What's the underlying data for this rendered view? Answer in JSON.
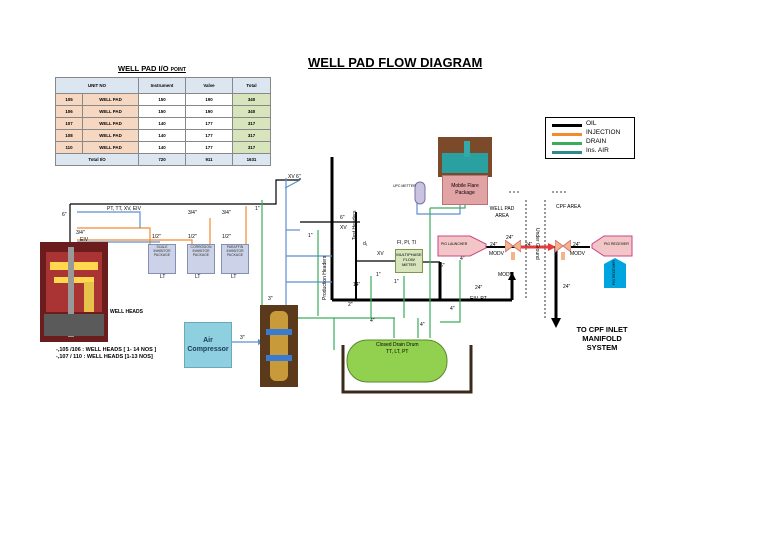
{
  "title": "WELL PAD FLOW DIAGRAM",
  "io_table": {
    "title": "WELL PAD I/O",
    "title_suffix": "POINT",
    "headers": [
      "UNIT NO",
      "Instrument",
      "Valve",
      "Total"
    ],
    "rows": [
      {
        "unit": "105",
        "name": "WELL PAD",
        "instrument": "150",
        "valve": "190",
        "total": "340"
      },
      {
        "unit": "106",
        "name": "WELL PAD",
        "instrument": "150",
        "valve": "190",
        "total": "340"
      },
      {
        "unit": "107",
        "name": "WELL PAD",
        "instrument": "140",
        "valve": "177",
        "total": "317"
      },
      {
        "unit": "108",
        "name": "WELL PAD",
        "instrument": "140",
        "valve": "177",
        "total": "317"
      },
      {
        "unit": "110",
        "name": "WELL PAD",
        "instrument": "140",
        "valve": "177",
        "total": "317"
      }
    ],
    "total": {
      "label": "Total I/O",
      "instrument": "720",
      "valve": "911",
      "total": "1631"
    }
  },
  "legend": {
    "items": [
      {
        "label": "OIL",
        "color": "#000000"
      },
      {
        "label": "INJECTION",
        "color": "#f28a30"
      },
      {
        "label": "DRAIN",
        "color": "#3aad5a"
      },
      {
        "label": "Ins. AIR",
        "color": "#2e8a8a"
      }
    ]
  },
  "colors": {
    "oil": "#000000",
    "injection": "#f28a30",
    "drain": "#3aad5a",
    "air": "#5b8fd0",
    "drum_fill": "#92d050"
  },
  "labels": {
    "well_heads": "WELL HEADS",
    "wells_note_1": "-,105 /106 : WELL HEADS [ 1- 14 NOS ]",
    "wells_note_2": "-,107 / 110 : WELL HEADS [1-13 NOS]",
    "pt_tt": "PT, TT, XV, EIV",
    "sz_6_left": "6\"",
    "sz_34_a": "3/4\"",
    "eiv": "EIV",
    "sz_12_a": "1/2\"",
    "sz_12_b": "1/2\"",
    "sz_12_c": "1/2\"",
    "sz_34_b": "3/4\"",
    "sz_34_c": "3/4\"",
    "sz_1_a": "1\"",
    "xv_6": "XV 6\"",
    "sz_6_b": "6\"",
    "xv_a": "XV",
    "sz_1_b": "1\"",
    "lt_a": "LT",
    "lt_b": "LT",
    "lt_c": "LT",
    "box_a": "SCALE INHIBITOR PACKAGE",
    "box_b": "CORROSION INHIBITOR PACKAGE",
    "box_c": "PARAFFIN INHIBITOR PACKAGE",
    "test_header": "Test Headers",
    "production_header": "Production Headers",
    "d_note": "d₁",
    "xv_b": "XV",
    "sz_14": "14\"",
    "sz_1_c": "1\"",
    "sz_1_d": "1\"",
    "sz_3": "3\"",
    "sz_2": "2\"",
    "sz_4_a": "4\"",
    "sz_4_b": "4\"",
    "sz_4_c": "4\"",
    "sz_4_d": "4\"",
    "sz_6_c": "6\"",
    "sz_3_air": "3\"",
    "fi_pi_ti": "FI, PI, TI",
    "meter": "MULTIPHASE FLOW METER",
    "air_compressor": "Air Compressor",
    "drum_1": "Closed Drain Drum",
    "drum_2": "TT, LT, PT",
    "flare": "Mobile Flare Package",
    "upc_note": "UPC METTER",
    "well_pad_area": "WELL PAD AREA",
    "cpf_area": "CPF AREA",
    "pig_launcher": "PIG LAUNCHER",
    "pig_receiver": "PIG RECEIVER",
    "sz_24_a": "24\"",
    "sz_24_b": "24\"",
    "sz_24_c": "24\"",
    "sz_24_d": "24\"",
    "sz_24_e": "24\"",
    "sz_24_f": "24\"",
    "modv_a": "MODV",
    "modv_b": "MODV",
    "modv_c": "MODV",
    "underground": "Under Ground",
    "eiv_pt": "EIV, PT",
    "pig_tank": "PIG RECEIVER",
    "to_cpf": "TO CPF INLET MANIFOLD SYSTEM"
  }
}
